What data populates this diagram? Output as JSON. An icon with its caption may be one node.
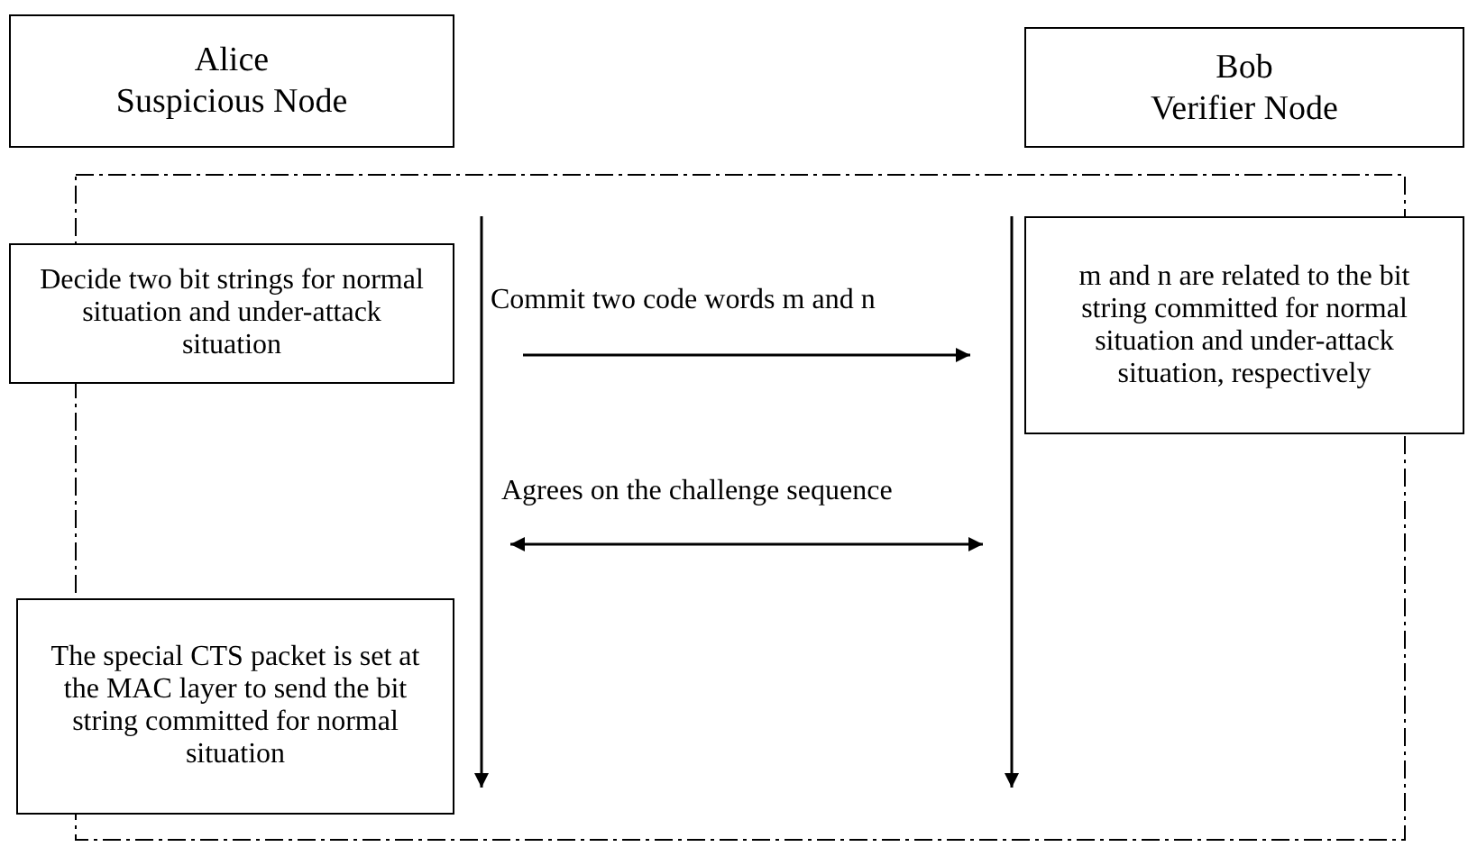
{
  "diagram": {
    "nodes": [
      {
        "text": [
          "Alice",
          "Suspicious Node"
        ]
      },
      {
        "text": [
          "Bob",
          "Verifier Node"
        ]
      },
      {
        "text": [
          "Decide two bit strings for normal situation and under-attack situation"
        ]
      },
      {
        "text": [
          "m and n are related to the bit string committed for normal situation and under-attack situation, respectively"
        ]
      },
      {
        "text": [
          "The special CTS packet is set at the MAC layer to send the bit string committed for normal situation"
        ]
      }
    ],
    "labels": [
      "Commit two code words m and n",
      "Agrees on the challenge sequence"
    ]
  }
}
